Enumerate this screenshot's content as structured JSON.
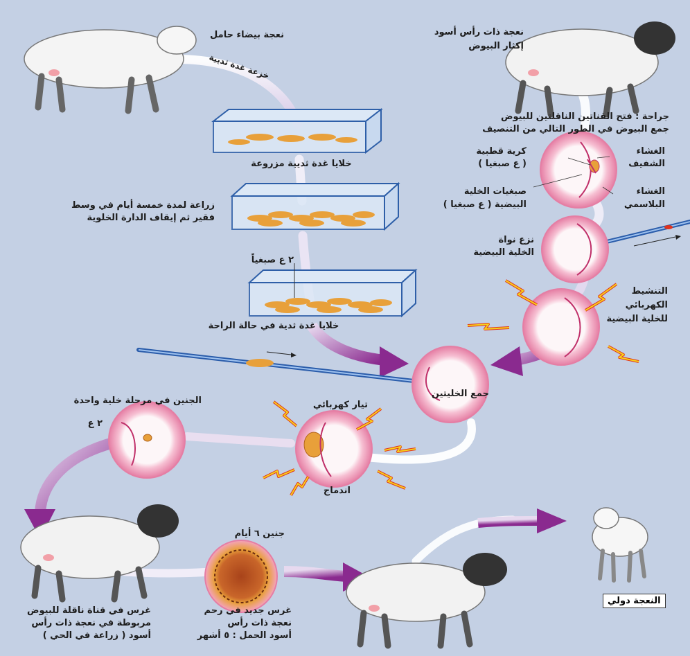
{
  "labels": {
    "white_sheep": "نعجة بيضاء حامل",
    "biopsy": "خزعة غدة ثديية",
    "black_sheep_line1": "نعجة ذات رأس أسود",
    "black_sheep_line2": "إكثار البيوض",
    "surgery_line1": "جراحة : فتح القناتين الناقلتين للبيوض",
    "surgery_line2": "جمع البيوض في الطور التالي من التنصيف",
    "polar_body_line1": "كرية قطبية",
    "polar_body_line2": "( ع صبغيا )",
    "zona_line1": "الغشاء",
    "zona_line2": "الشفيف",
    "egg_chrom_line1": "صبغيات الخلية",
    "egg_chrom_line2": "البيضية ( ع صبغيا )",
    "plasma_line1": "الغشاء",
    "plasma_line2": "البلاسمي",
    "cultured_cells": "خلايا غدة ثديية مزروعة",
    "culture_line1": "زراعة لمدة خمسة أيام في وسط",
    "culture_line2": "فقير ثم إيقاف الدارة الخلوية",
    "enucleation_line1": "نزع نواة",
    "enucleation_line2": "الخلية البيضية",
    "two_n": "٢ ع صبغياً",
    "activation_line1": "التنشيط",
    "activation_line2": "الكهربائي",
    "activation_line3": "للخلية البيضية",
    "resting_cells": "خلايا غدة ثدية في حالة الراحة",
    "combine": "جمع الخليتين",
    "embryo_one_cell": "الجنين في مرحلة خلية واحدة",
    "embryo_2n": "٢ ع",
    "current": "تيار كهربائي",
    "fusion": "اندماج",
    "embryo_6days": "جنين ٦ أيام",
    "implant1_line1": "غرس في قناة ناقلة للبيوض",
    "implant1_line2": "مربوطة في نعجة ذات رأس",
    "implant1_line3": "أسود ( زراعة في الحي )",
    "implant2_line1": "غرس جديد في رحم",
    "implant2_line2": "نعجة ذات رأس",
    "implant2_line3": "أسود الحمل : ٥ أشهر",
    "dolly": "النعجة دولي"
  },
  "colors": {
    "background": "#c9d3e6",
    "cell_ring": "#f4a3bf",
    "cell_ring_dark": "#e57ea4",
    "cell_center": "#fdf6f8",
    "nucleus": "#e8a03a",
    "magenta_arrow": "#8a2a8f",
    "blue_needle": "#2a5caa",
    "spark_yellow": "#f7d21a",
    "spark_red": "#e0331e",
    "dish_line": "#2e5fa8",
    "glass": "#dce8f6"
  }
}
